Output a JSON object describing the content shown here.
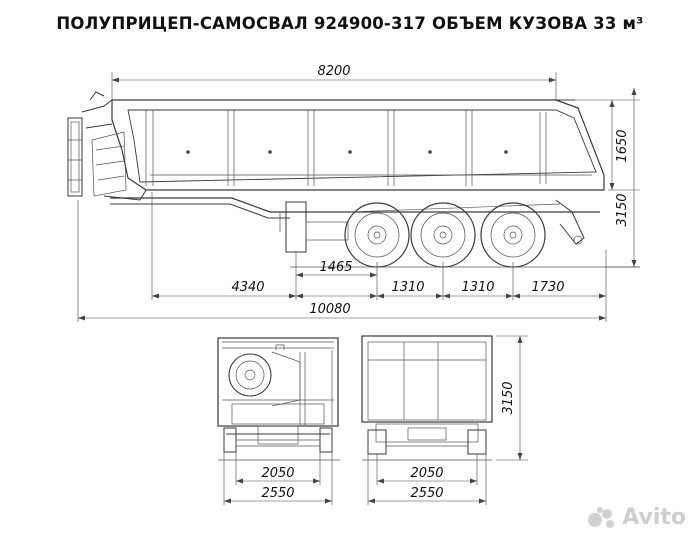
{
  "title": "ПОЛУПРИЦЕП-САМОСВАЛ 924900-317 ОБЪЕМ КУЗОВА 33 м³",
  "dimensions": {
    "overall_body_length": "8200",
    "body_height": "1650",
    "overall_height": "3150",
    "front_to_axles": "4340",
    "kingpin_to_first_axle": "1465",
    "axle_spacing_1": "1310",
    "axle_spacing_2": "1310",
    "rear_overhang": "1730",
    "overall_length": "10080",
    "front_track": "2050",
    "front_width": "2550",
    "rear_track": "2050",
    "rear_width": "2550",
    "rear_view_height": "3150"
  },
  "watermark": "Avito",
  "colors": {
    "line": "#3a3a3a",
    "watermark": "#bdbdbd"
  }
}
